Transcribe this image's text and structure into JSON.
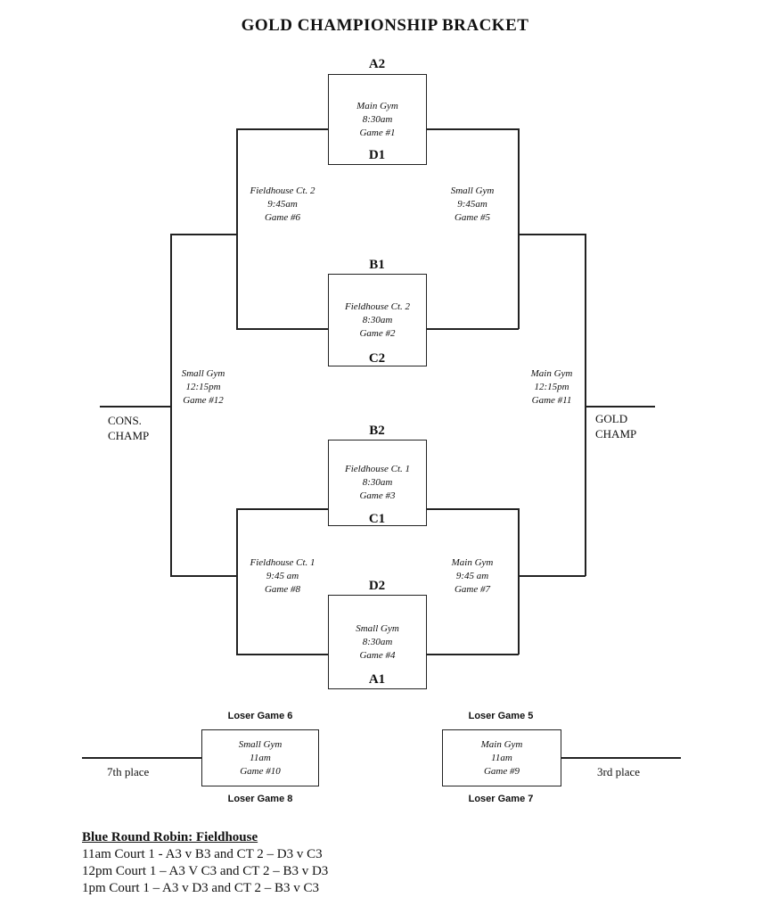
{
  "title": "GOLD CHAMPIONSHIP BRACKET",
  "first_round_games": [
    {
      "venue": "Main Gym",
      "time": "8:30am",
      "game": "Game #1",
      "top_seed": "A2",
      "bottom_seed": "D1"
    },
    {
      "venue": "Fieldhouse Ct. 2",
      "time": "8:30am",
      "game": "Game #2",
      "top_seed": "B1",
      "bottom_seed": "C2"
    },
    {
      "venue": "Fieldhouse Ct. 1",
      "time": "8:30am",
      "game": "Game #3",
      "top_seed": "B2",
      "bottom_seed": "C1"
    },
    {
      "venue": "Small Gym",
      "time": "8:30am",
      "game": "Game #4",
      "top_seed": "D2",
      "bottom_seed": "A1"
    }
  ],
  "second_round_games": {
    "game6": {
      "venue": "Fieldhouse Ct. 2",
      "time": "9:45am",
      "game": "Game #6"
    },
    "game5": {
      "venue": "Small Gym",
      "time": "9:45am",
      "game": "Game #5"
    },
    "game8": {
      "venue": "Fieldhouse Ct. 1",
      "time": "9:45 am",
      "game": "Game #8"
    },
    "game7": {
      "venue": "Main Gym",
      "time": "9:45 am",
      "game": "Game #7"
    }
  },
  "final_games": {
    "game12": {
      "venue": "Small Gym",
      "time": "12:15pm",
      "game": "Game #12"
    },
    "game11": {
      "venue": "Main Gym",
      "time": "12:15pm",
      "game": "Game #11"
    }
  },
  "champions": {
    "cons_line1": "CONS.",
    "cons_line2": "CHAMP",
    "gold_line1": "GOLD",
    "gold_line2": "CHAMP"
  },
  "placement_games": {
    "game10": {
      "top_label": "Loser Game 6",
      "bottom_label": "Loser Game 8",
      "venue": "Small Gym",
      "time": "11am",
      "game": "Game #10",
      "place": "7th place"
    },
    "game9": {
      "top_label": "Loser Game 5",
      "bottom_label": "Loser Game 7",
      "venue": "Main Gym",
      "time": "11am",
      "game": "Game #9",
      "place": "3rd place"
    }
  },
  "round_robin": {
    "heading": "Blue Round Robin:  Fieldhouse",
    "lines": [
      "11am Court 1 - A3 v B3 and CT 2 – D3 v C3",
      "12pm Court 1 – A3 V C3 and CT 2 – B3 v D3",
      "1pm Court 1 – A3 v D3 and CT 2 – B3 v C3"
    ]
  }
}
